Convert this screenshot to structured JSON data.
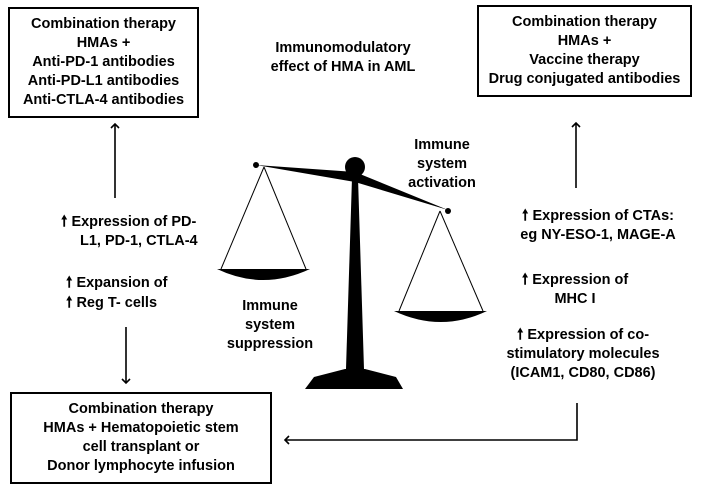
{
  "title": [
    "Immunomodulatory",
    "effect of HMA in AML"
  ],
  "boxes": {
    "top_left": [
      "Combination therapy",
      "HMAs +",
      "Anti-PD-1 antibodies",
      "Anti-PD-L1 antibodies",
      "Anti-CTLA-4 antibodies"
    ],
    "top_right": [
      "Combination therapy",
      "HMAs +",
      "Vaccine therapy",
      "Drug conjugated antibodies"
    ],
    "bottom_left": [
      "Combination therapy",
      "HMAs + Hematopoietic stem",
      "cell transplant or",
      "Donor lymphocyte infusion"
    ]
  },
  "left_effects": {
    "expression": [
      "Expression of PD-",
      "L1, PD-1, CTLA-4"
    ],
    "expansion": [
      "Expansion of",
      "Reg T- cells"
    ]
  },
  "right_effects": {
    "ctas": [
      "Expression of CTAs:",
      "eg NY-ESO-1, MAGE-A"
    ],
    "mhc": [
      "Expression of",
      "MHC I"
    ],
    "costim": [
      "Expression of co-",
      "stimulatory molecules",
      "(ICAM1, CD80, CD86)"
    ]
  },
  "scale_labels": {
    "activation": [
      "Immune",
      "system",
      "activation"
    ],
    "suppression": [
      "Immune",
      "system",
      "suppression"
    ]
  },
  "icons": [
    "up-arrow-icon",
    "balance-scale-icon"
  ]
}
